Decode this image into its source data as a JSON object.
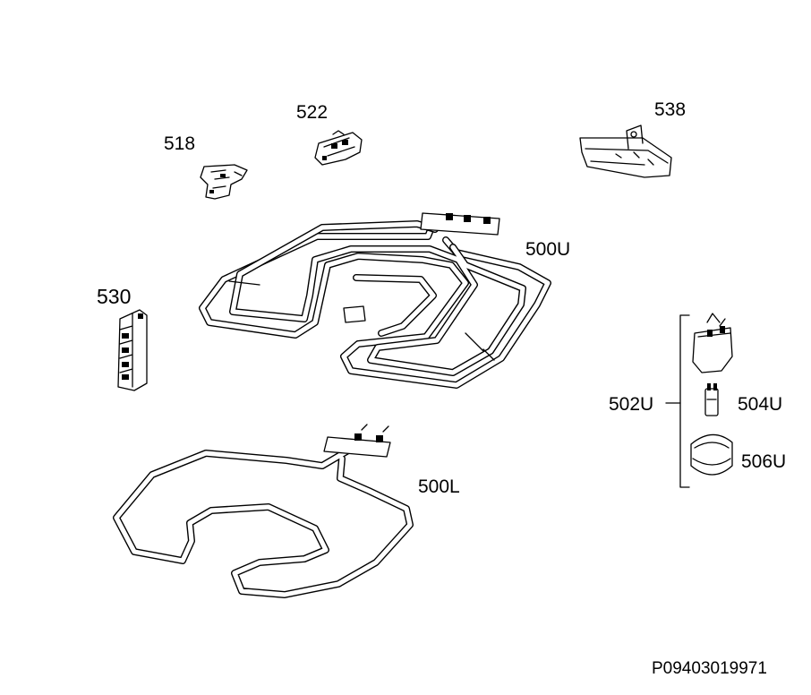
{
  "parts": {
    "p518": "518",
    "p522": "522",
    "p538": "538",
    "p530": "530",
    "p500U": "500U",
    "p502U": "502U",
    "p504U": "504U",
    "p506U": "506U",
    "p500L": "500L"
  },
  "doc_id": "P09403019971"
}
